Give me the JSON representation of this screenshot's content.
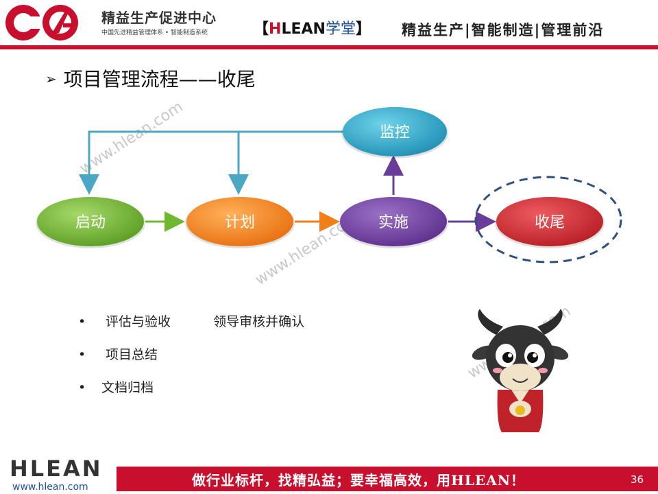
{
  "header": {
    "org_name": "精益生产促进中心",
    "org_slogan": "中国先进精益管理体系 • 智能制造系统",
    "brand": {
      "open": "【",
      "h": "H",
      "lean": "LEAN",
      "xuetang": "学堂",
      "close": "】"
    },
    "tagline": "精益生产|智能制造|管理前沿"
  },
  "slide": {
    "title": "项目管理流程——收尾",
    "nodes": {
      "start": "启动",
      "plan": "计划",
      "execute": "实施",
      "monitor": "监控",
      "close": "收尾"
    },
    "bullets": [
      {
        "text": "评估与验收",
        "extra": "领导审核并确认"
      },
      {
        "text": "项目总结",
        "extra": ""
      },
      {
        "text": "文档归档",
        "extra": ""
      }
    ],
    "bullet_symbol": "•",
    "watermark": "www.hlean.com"
  },
  "footer": {
    "logo": "HLEAN",
    "url": "www.hlean.com",
    "slogan": "做行业标杆，找精弘益；要幸福高效，用HLEAN！",
    "page_number": "36"
  },
  "colors": {
    "brand_red": "#c8102e",
    "start_green": "#6fb830",
    "plan_orange": "#f07f1a",
    "execute_purple": "#6a3c9a",
    "monitor_teal": "#2aa1c2",
    "close_red": "#c9252b",
    "connector_blue": "#4aa8c4"
  }
}
